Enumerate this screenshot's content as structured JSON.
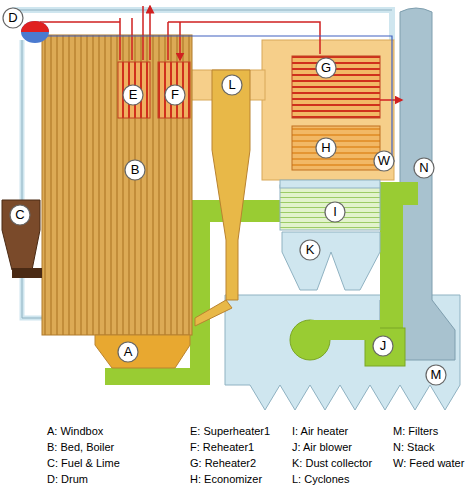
{
  "diagram": {
    "nodes": [
      {
        "text": [
          "D"
        ]
      },
      {
        "text": [
          "E"
        ]
      },
      {
        "text": [
          "F"
        ]
      },
      {
        "text": [
          "L"
        ]
      },
      {
        "text": [
          "G"
        ]
      },
      {
        "text": [
          "B"
        ]
      },
      {
        "text": [
          "H"
        ]
      },
      {
        "text": [
          "W"
        ]
      },
      {
        "text": [
          "N"
        ]
      },
      {
        "text": [
          "C"
        ]
      },
      {
        "text": [
          "I"
        ]
      },
      {
        "text": [
          "K"
        ]
      },
      {
        "text": [
          "J"
        ]
      },
      {
        "text": [
          "A"
        ]
      },
      {
        "text": [
          "M"
        ]
      }
    ],
    "labels": [
      "A: Windbox",
      "B: Bed, Boiler",
      "C: Fuel & Lime",
      "D: Drum",
      "E: Superheater1",
      "F: Reheater1",
      "G: Reheater2",
      "H: Economizer",
      "I: Air heater",
      "J: Air blower",
      "K: Dust collector",
      "L: Cyclones",
      "M: Filters",
      "N: Stack",
      "W: Feed water"
    ]
  }
}
